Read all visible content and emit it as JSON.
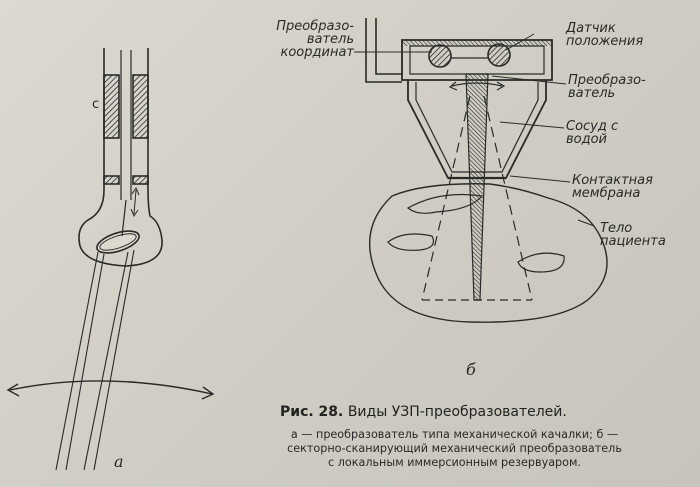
{
  "figure": {
    "panel_a": {
      "letter": "а",
      "component_label": "с"
    },
    "panel_b": {
      "letter": "б",
      "labels": {
        "coord_converter_line1": "Преобразо-",
        "coord_converter_line2": "ватель",
        "coord_converter_line3": "координат",
        "position_sensor_line1": "Датчик",
        "position_sensor_line2": "положения",
        "transducer_line1": "Преобразо-",
        "transducer_line2": "ватель",
        "water_vessel_line1": "Сосуд с",
        "water_vessel_line2": "водой",
        "contact_membrane_line1": "Контактная",
        "contact_membrane_line2": "мембрана",
        "patient_body_line1": "Тело",
        "patient_body_line2": "пациента"
      }
    }
  },
  "caption": {
    "number": "Рис. 28.",
    "title": "Виды УЗП-преобразователей.",
    "line1": "а — преобразователь типа механической качалки; б —",
    "line2": "секторно-сканирующий механический преобразователь",
    "line3": "с локальным иммерсионным резервуаром."
  }
}
